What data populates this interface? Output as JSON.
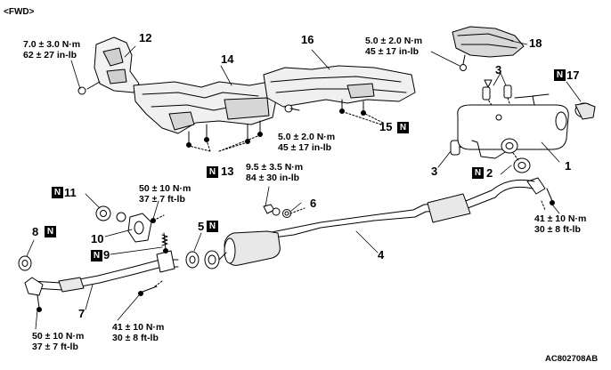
{
  "header": {
    "view_label": "<FWD>"
  },
  "torques": {
    "t12": {
      "line1": "7.0 ± 3.0 N·m",
      "line2": "62 ± 27 in-lb"
    },
    "t18": {
      "line1": "5.0 ± 2.0 N·m",
      "line2": "45 ± 17 in-lb"
    },
    "t16": {
      "line1": "5.0 ± 2.0 N·m",
      "line2": "45 ± 17 in-lb"
    },
    "t6": {
      "line1": "9.5 ± 3.5 N·m",
      "line2": "84 ± 30 in-lb"
    },
    "t9": {
      "line1": "50 ± 10 N·m",
      "line2": "37 ± 7 ft-lb"
    },
    "t2": {
      "line1": "41 ± 10 N·m",
      "line2": "30 ± 8 ft-lb"
    },
    "t7a": {
      "line1": "50 ± 10 N·m",
      "line2": "37 ± 7 ft-lb"
    },
    "t7b": {
      "line1": "41 ± 10 N·m",
      "line2": "30 ± 8 ft-lb"
    }
  },
  "callouts": {
    "c1": "1",
    "c2": "2",
    "c3a": "3",
    "c3b": "3",
    "c4": "4",
    "c5": "5",
    "c6": "6",
    "c7": "7",
    "c8": "8",
    "c9": "9",
    "c10": "10",
    "c11": "11",
    "c12": "12",
    "c13": "13",
    "c14": "14",
    "c15": "15",
    "c16": "16",
    "c17": "17",
    "c18": "18"
  },
  "new_part_mark": "N",
  "figure_code": "AC802708AB",
  "colors": {
    "line": "#000000",
    "background": "#ffffff",
    "shade": "#cccccc"
  }
}
